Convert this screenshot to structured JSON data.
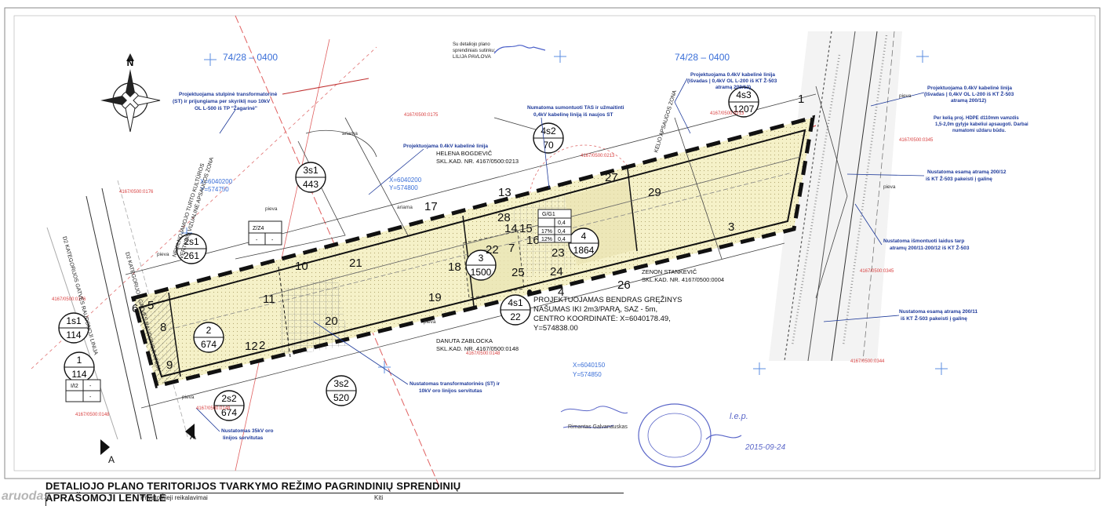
{
  "grid_labels": {
    "top_left": "74/28 – 0400",
    "top_right": "74/28 – 0400"
  },
  "compass": {
    "north": "N"
  },
  "approval": {
    "line1": "Su detaliojo plano",
    "line2": "sprendiniais sutinku:",
    "name": "LILIJA PAVLOVA"
  },
  "plot_labels": [
    {
      "top": "3s1",
      "bottom": "443"
    },
    {
      "top": "4s2",
      "bottom": "70"
    },
    {
      "top": "4s3",
      "bottom": "1207"
    },
    {
      "top": "2s1",
      "bottom": "261"
    },
    {
      "top": "1s1",
      "bottom": "114"
    },
    {
      "top": "1",
      "bottom": "114"
    },
    {
      "top": "2s2",
      "bottom": "674"
    },
    {
      "top": "3s2",
      "bottom": "520"
    },
    {
      "top": "4s1",
      "bottom": "22"
    },
    {
      "top": "3",
      "bottom": "1500"
    },
    {
      "top": "4",
      "bottom": "1864"
    },
    {
      "top": "2",
      "bottom": "674"
    }
  ],
  "point_numbers": [
    "1",
    "2",
    "3",
    "4",
    "5",
    "6",
    "7",
    "8",
    "9",
    "10",
    "11",
    "12",
    "13",
    "14",
    "15",
    "16",
    "17",
    "18",
    "19",
    "20",
    "21",
    "22",
    "23",
    "24",
    "25",
    "26",
    "27",
    "28",
    "29"
  ],
  "annotations": {
    "transformer_proj": "Projektuojama stulpinė transformatorinė (ST) ir prijungiama per skyriklį nuo 10kV OL L-500 iš TP \"Žagarinė\"",
    "cable_proj_left": "Projektuojama 0.4kV kabelinė linija",
    "tas_note": "Numatoma sumontuoti TAS ir užmaitinti 0,4kV kabelinę liniją iš naujos ST",
    "cable_top_right": "Projektuojama 0.4kV kabelinė linija (Išvadas | 0,4kV OL L-200 iš KT Ž-503 atramą 200/12)",
    "cable_right": "Projektuojama 0.4kV kabelinė linija (Išvadas | 0,4kV OL L-200 iš KT Ž-503 atramą 200/12)",
    "hdpe_note": "Per kelią proj. HDPE d110mm vamzdis 1,5-2,0m gylyje kabeliui apsaugoti. Darbai numatomi uždaru būdu.",
    "support_200_12": "Nustatoma esamą atramą 200/12 iš KT Ž-503 pakeisti į galinę",
    "dismantle": "Nustatoma išmontuoti laidus tarp atramų 200/11-200/12 iš KT Ž-503",
    "support_200_11": "Nustatoma esamą atramą 200/11 iš KT Ž-503 pakeisti į galinę",
    "transformer_servitude": "Nustatomas transformatorinės (ST) ir 10kV oro linijos servitutas",
    "oro_servitude": "Nustatomas 35kV oro linijos servitutas",
    "well_title": "PROJEKTUOJAMAS BENDRAS GRĘŽINYS",
    "well_capacity": "NAŠUMAS IKI 2m3/PARĄ, SAZ - 5m,",
    "well_coords": "CENTRO KOORDINATĖ: X=6040178.49,",
    "well_coords2": "Y=574838.00",
    "road_zone": "KELIO APSAUGOS ZONA",
    "heritage_zone": "NEKILNOJAMOJO TURTO KULTŪROS VERTYBIŲ VIZUALINĖ APSAUGOS ZONA",
    "road_category": "D2 KATEGORIJOS GATVĖS RAUDONOJI LINIJA"
  },
  "owners": [
    {
      "name": "HELENA BOGDEVIČ",
      "parcel": "SKL.KAD. NR. 4167/0500:0213"
    },
    {
      "name": "ZENON STANKEVIČ",
      "parcel": "SKL.KAD. NR. 4167/0500:0004"
    },
    {
      "name": "DANUTA ZABLOCKA",
      "parcel": "SKL.KAD. NR. 4167/0500:0148"
    }
  ],
  "coordinate_marks": [
    {
      "x": "X=6040200",
      "y": "Y=574750"
    },
    {
      "x": "X=6040200",
      "y": "Y=574800"
    },
    {
      "x": "X=6040150",
      "y": "Y=574850"
    }
  ],
  "parcel_refs": [
    "4167/0500:0175",
    "4167/0500:0213",
    "4167/0500:0345",
    "4167/0500:0148",
    "4167/0500:0344",
    "4167/0500:0004",
    "4167/0500:0176"
  ],
  "land_use": [
    "pieva",
    "ariama"
  ],
  "zoning_boxes": [
    {
      "code": "Z/Z4",
      "cells": [
        "-",
        "-"
      ]
    },
    {
      "code": "G/G1",
      "cells": [
        "0,4",
        "17%",
        "0,4",
        "12%",
        "0,4"
      ]
    },
    {
      "code": "I/I2",
      "cells": [
        "-",
        "-"
      ]
    }
  ],
  "signature_text": {
    "stamp_name": "Rimantas Galvanauskas",
    "date": "2015-09-24",
    "short": "l.e.p."
  },
  "footer": {
    "title": "DETALIOJO PLANO TERITORIJOS TVARKYMO REŽIMO PAGRINDINIŲ SPRENDINIŲ APRAŠOMOJI LENTELĖ",
    "col1": "Privatomieji reikalavimai",
    "col2": "Kiti"
  },
  "watermark": "aruodas"
}
